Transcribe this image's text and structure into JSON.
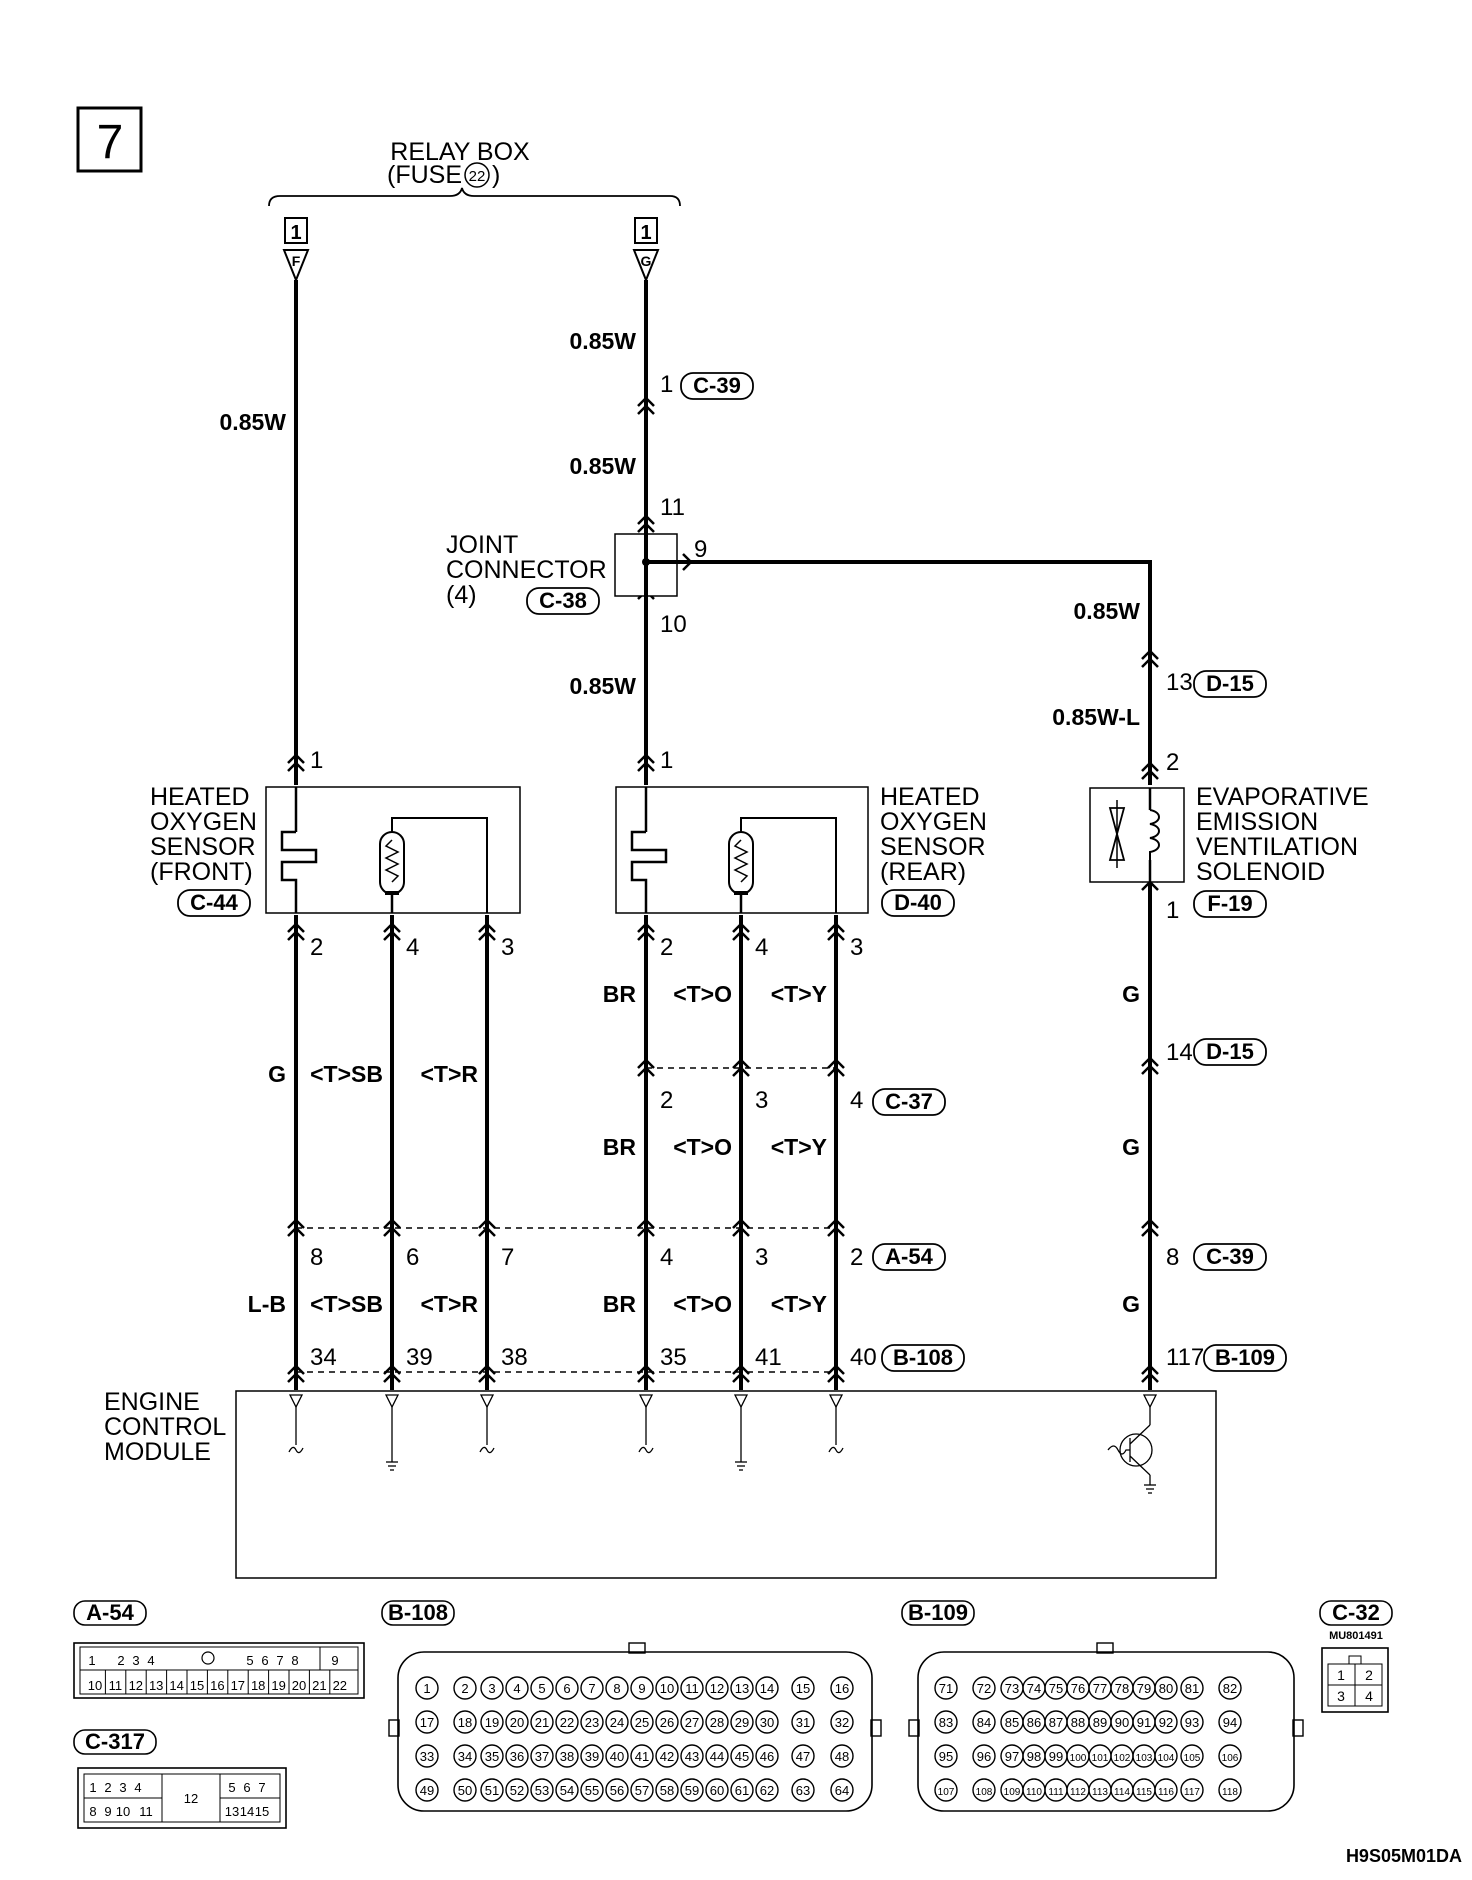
{
  "page_number": "7",
  "relay_box": {
    "label": "RELAY BOX",
    "fuse_label": "(FUSE",
    "fuse_no": "22",
    "fuse_close": ")"
  },
  "terminals": {
    "F": {
      "box": "1",
      "letter": "F"
    },
    "G": {
      "box": "1",
      "letter": "G"
    }
  },
  "wires": {
    "w085W": "0.85W",
    "w085WL": "0.85W-L",
    "G": "G",
    "LB": "L-B",
    "BR": "BR",
    "TSB": "<T>SB",
    "TR": "<T>R",
    "TO": "<T>O",
    "TY": "<T>Y"
  },
  "connectors": {
    "C39": "C-39",
    "C38": "C-38",
    "C44": "C-44",
    "D40": "D-40",
    "D15": "D-15",
    "F19": "F-19",
    "C37": "C-37",
    "A54": "A-54",
    "B108": "B-108",
    "B109": "B-109",
    "C32": "C-32",
    "C317": "C-317"
  },
  "joint_connector": {
    "line1": "JOINT",
    "line2": "CONNECTOR",
    "line3": "(4)"
  },
  "sensor_front": {
    "line1": "HEATED",
    "line2": "OXYGEN",
    "line3": "SENSOR",
    "line4": "(FRONT)"
  },
  "sensor_rear": {
    "line1": "HEATED",
    "line2": "OXYGEN",
    "line3": "SENSOR",
    "line4": "(REAR)"
  },
  "solenoid": {
    "line1": "EVAPORATIVE",
    "line2": "EMISSION",
    "line3": "VENTILATION",
    "line4": "SOLENOID"
  },
  "ecm": {
    "line1": "ENGINE",
    "line2": "CONTROL",
    "line3": "MODULE"
  },
  "pins": {
    "p1": "1",
    "p2": "2",
    "p3": "3",
    "p4": "4",
    "p6": "6",
    "p7": "7",
    "p8": "8",
    "p9": "9",
    "p10": "10",
    "p11": "11",
    "p13": "13",
    "p14": "14",
    "p34": "34",
    "p35": "35",
    "p38": "38",
    "p39": "39",
    "p40": "40",
    "p41": "41",
    "p117": "117"
  },
  "a54_row1": [
    "1",
    "2",
    "3",
    "4",
    "5",
    "6",
    "7",
    "8",
    "9"
  ],
  "a54_row2": [
    "10",
    "11",
    "12",
    "13",
    "14",
    "15",
    "16",
    "17",
    "18",
    "19",
    "20",
    "21",
    "22"
  ],
  "c317_row1": [
    "1",
    "2",
    "3",
    "4",
    "5",
    "6",
    "7"
  ],
  "c317_row2": [
    "8",
    "9",
    "10",
    "11",
    "13",
    "14",
    "15"
  ],
  "c317_mid": "12",
  "b108_pins": [
    "1",
    "2",
    "3",
    "4",
    "5",
    "6",
    "7",
    "8",
    "9",
    "10",
    "11",
    "12",
    "13",
    "14",
    "15",
    "16",
    "17",
    "18",
    "19",
    "20",
    "21",
    "22",
    "23",
    "24",
    "25",
    "26",
    "27",
    "28",
    "29",
    "30",
    "31",
    "32",
    "33",
    "34",
    "35",
    "36",
    "37",
    "38",
    "39",
    "40",
    "41",
    "42",
    "43",
    "44",
    "45",
    "46",
    "47",
    "48",
    "49",
    "50",
    "51",
    "52",
    "53",
    "54",
    "55",
    "56",
    "57",
    "58",
    "59",
    "60",
    "61",
    "62",
    "63",
    "64"
  ],
  "b109_pins": [
    "71",
    "72",
    "73",
    "74",
    "75",
    "76",
    "77",
    "78",
    "79",
    "80",
    "81",
    "82",
    "83",
    "84",
    "85",
    "86",
    "87",
    "88",
    "89",
    "90",
    "91",
    "92",
    "93",
    "94",
    "95",
    "96",
    "97",
    "98",
    "99",
    "100",
    "101",
    "102",
    "103",
    "104",
    "105",
    "106",
    "107",
    "108",
    "109",
    "110",
    "111",
    "112",
    "113",
    "114",
    "115",
    "116",
    "117",
    "118"
  ],
  "c32_pins": [
    "1",
    "2",
    "3",
    "4"
  ],
  "c32_code": "MU801491",
  "doc_code": "H9S05M01DA"
}
